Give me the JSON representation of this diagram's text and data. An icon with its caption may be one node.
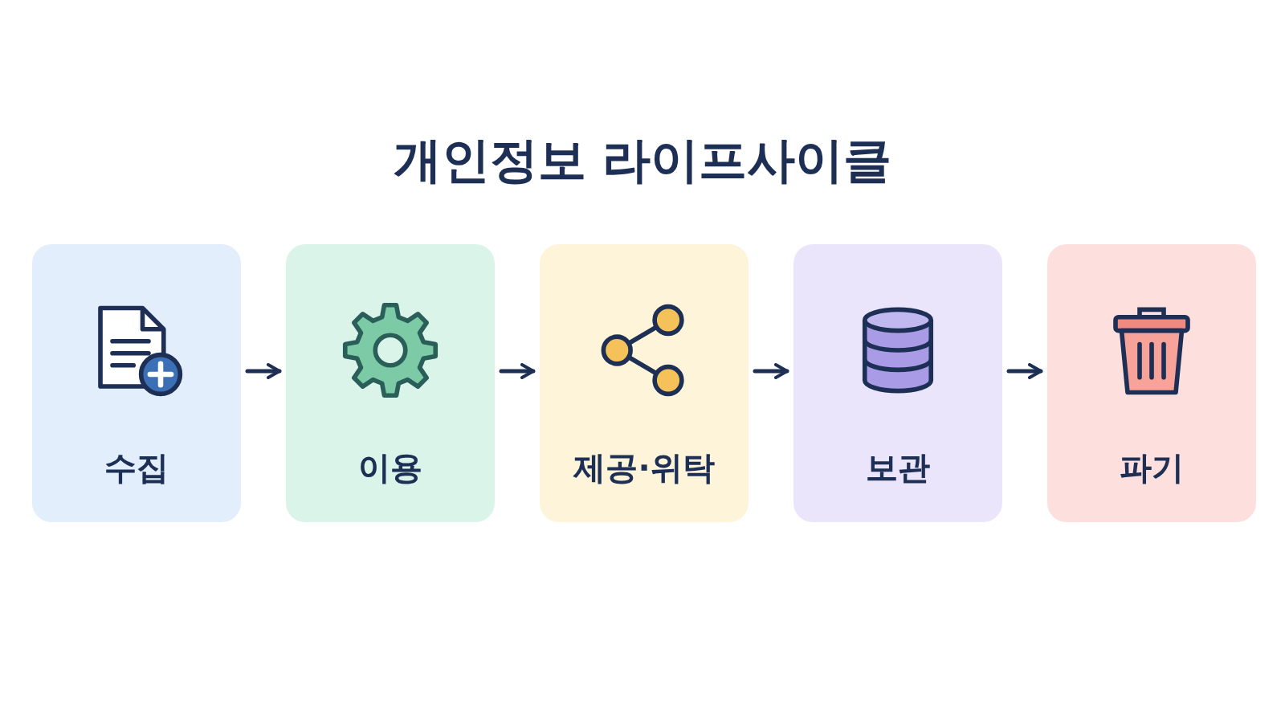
{
  "diagram": {
    "title": "개인정보 라이프사이클",
    "nodes": [
      {
        "text": [
          "수집"
        ]
      },
      {
        "text": [
          "이용"
        ]
      },
      {
        "text": [
          "제공·위탁"
        ]
      },
      {
        "text": [
          "보관"
        ]
      },
      {
        "text": [
          "파기"
        ]
      }
    ],
    "edges": [
      {
        "from": 0,
        "to": 1,
        "arrow": "to"
      },
      {
        "from": 1,
        "to": 2,
        "arrow": "to"
      },
      {
        "from": 2,
        "to": 3,
        "arrow": "to"
      },
      {
        "from": 3,
        "to": 4,
        "arrow": "to"
      }
    ]
  }
}
